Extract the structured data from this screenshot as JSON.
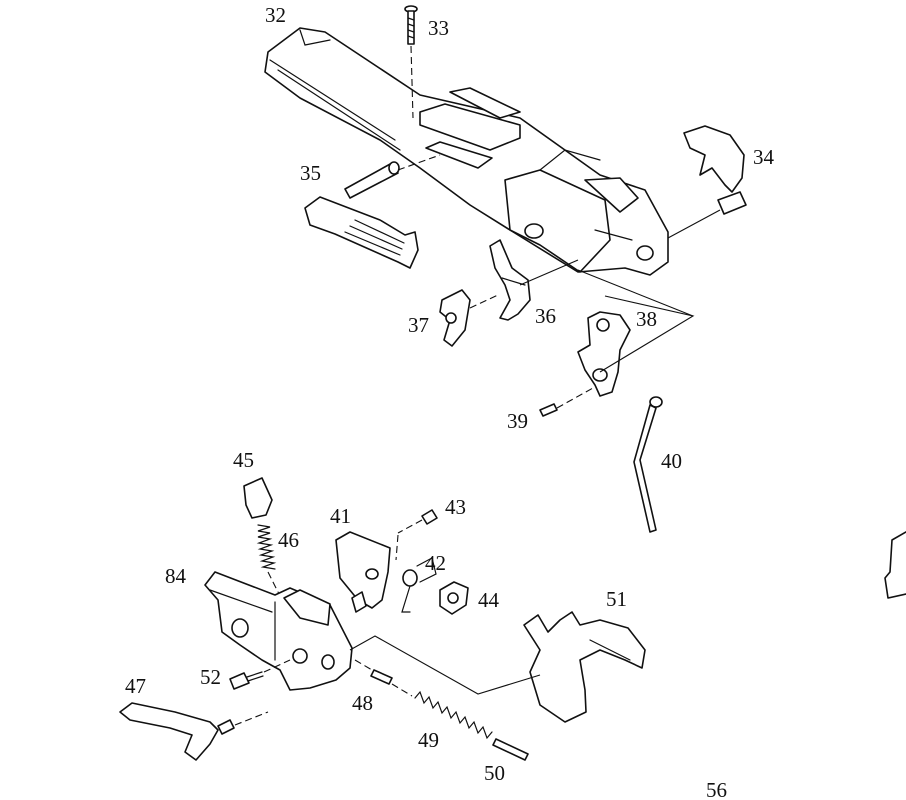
{
  "diagram": {
    "labels": {
      "p32": "32",
      "p33": "33",
      "p34": "34",
      "p35": "35",
      "p36": "36",
      "p37": "37",
      "p38": "38",
      "p39": "39",
      "p40": "40",
      "p41": "41",
      "p42": "42",
      "p43": "43",
      "p44": "44",
      "p45": "45",
      "p46": "46",
      "p47": "47",
      "p48": "48",
      "p49": "49",
      "p50": "50",
      "p51": "51",
      "p52": "52",
      "p56": "56",
      "p84": "84"
    }
  }
}
